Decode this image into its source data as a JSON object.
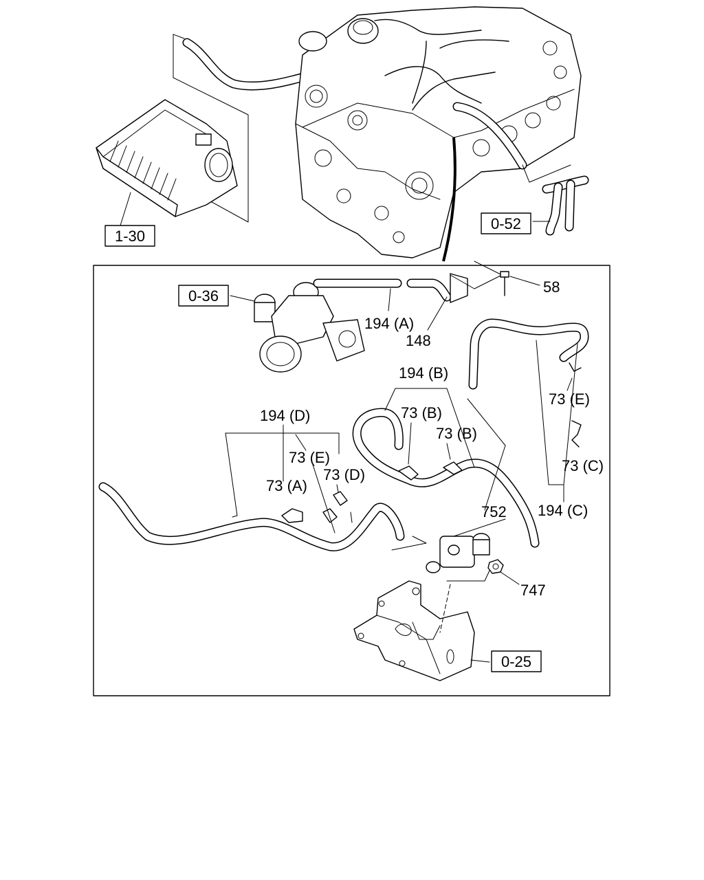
{
  "diagram": {
    "box_labels": {
      "air_cleaner": "1-30",
      "turbocharger": "0-36",
      "pipe_assembly": "0-52",
      "bracket": "0-25"
    },
    "labels": {
      "bolt": "58",
      "bracket_part": "148",
      "hose_a": "194 (A)",
      "hose_b": "194 (B)",
      "hose_c": "194 (C)",
      "hose_d": "194 (D)",
      "clip_a": "73 (A)",
      "clip_b1": "73 (B)",
      "clip_b2": "73 (B)",
      "clip_c": "73 (C)",
      "clip_d": "73 (D)",
      "clip_e1": "73 (E)",
      "clip_e2": "73 (E)",
      "valve": "752",
      "nut": "747"
    }
  }
}
